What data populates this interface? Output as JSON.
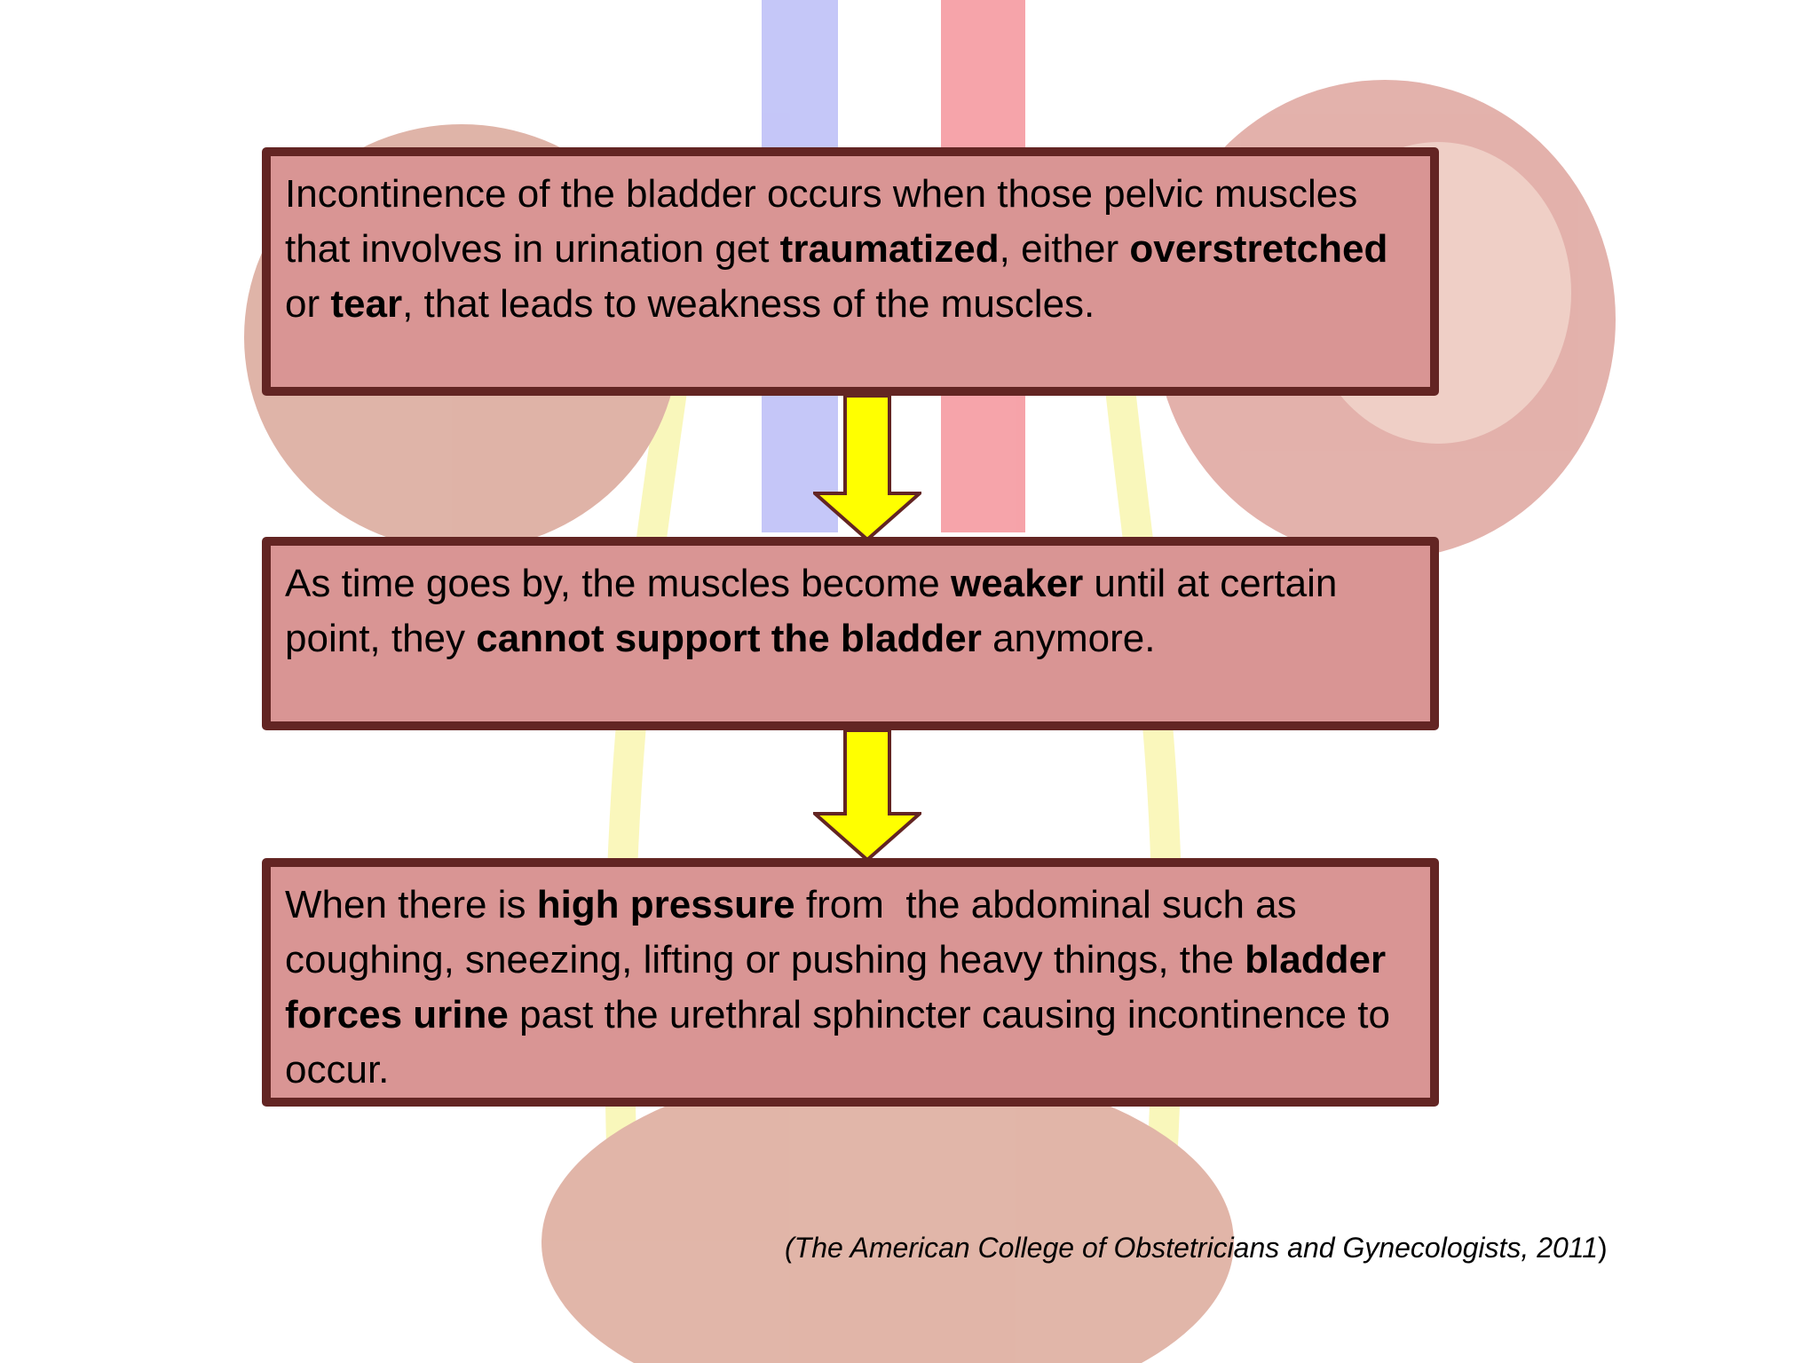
{
  "colors": {
    "box_fill": "#d99594",
    "box_border": "#632523",
    "arrow_fill": "#ffff00",
    "arrow_outline": "#632523"
  },
  "background": {
    "icon": "urinary-system-illustration"
  },
  "boxes": [
    {
      "segments": [
        {
          "text": "Incontinence of the bladder occurs when those pelvic muscles that involves in urination get ",
          "bold": false
        },
        {
          "text": "traumatized",
          "bold": true
        },
        {
          "text": ", either ",
          "bold": false
        },
        {
          "text": "overstretched",
          "bold": true
        },
        {
          "text": " or ",
          "bold": false
        },
        {
          "text": "tear",
          "bold": true
        },
        {
          "text": ", that leads to weakness of the muscles.",
          "bold": false
        }
      ]
    },
    {
      "segments": [
        {
          "text": "As time goes by, the muscles become ",
          "bold": false
        },
        {
          "text": "weaker",
          "bold": true
        },
        {
          "text": " until at certain point, they ",
          "bold": false
        },
        {
          "text": "cannot support the bladder",
          "bold": true
        },
        {
          "text": " anymore.",
          "bold": false
        }
      ]
    },
    {
      "segments": [
        {
          "text": "When there is ",
          "bold": false
        },
        {
          "text": "high pressure",
          "bold": true
        },
        {
          "text": " from  the abdominal such as coughing, sneezing, lifting or pushing heavy things, the ",
          "bold": false
        },
        {
          "text": "bladder forces urine",
          "bold": true
        },
        {
          "text": " past the urethral sphincter causing incontinence to occur.",
          "bold": false
        }
      ]
    }
  ],
  "citation": {
    "italic": "(The American College of Obstetricians and Gynecologists, 2011",
    "close": ")"
  }
}
